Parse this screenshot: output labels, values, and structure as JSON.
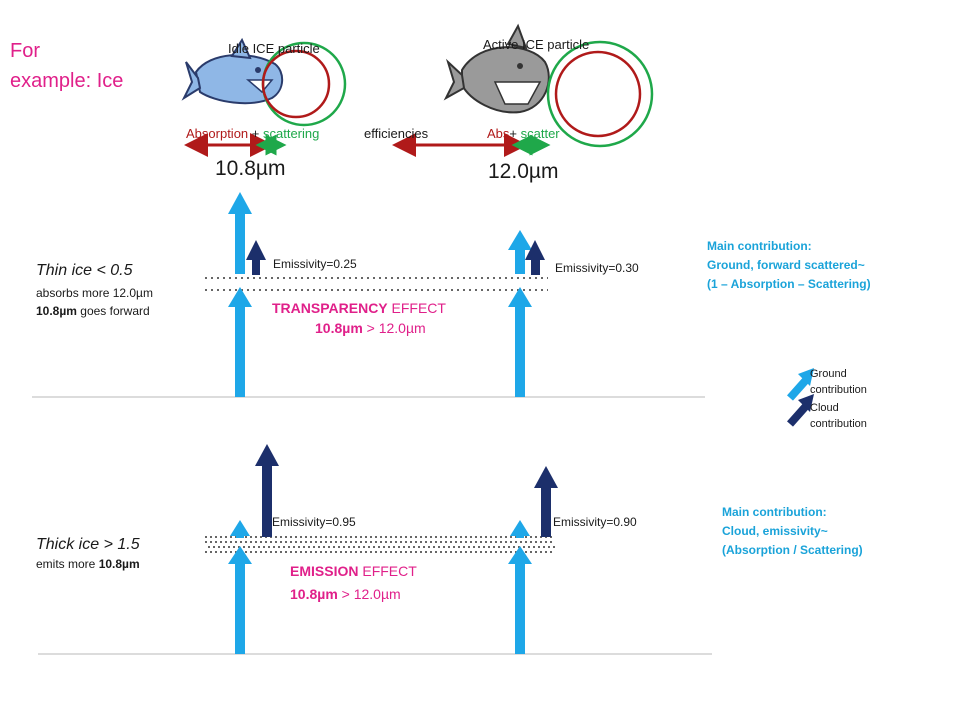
{
  "title": {
    "line1": "For",
    "line2": "example: Ice"
  },
  "particles": {
    "idle_label": "Idle ICE particle",
    "active_label": "Active ICE particle"
  },
  "efficiencies": {
    "absorption": "Absorption",
    "plus": " + ",
    "scattering": "scattering",
    "middle": "efficiencies",
    "abs": "Abs",
    "plus2": "+ ",
    "scatter": "scatter"
  },
  "wavelengths": {
    "left": "10.8µm",
    "right": "12.0µm"
  },
  "thin": {
    "title": "Thin ice < 0.5",
    "line1": "absorbs more 12.0µm",
    "line2_bold": "10.8µm",
    "line2_rest": " goes forward",
    "emissivity_left": "Emissivity=0.25",
    "emissivity_right": "Emissivity=0.30",
    "effect_bold": "TRANSPARENCY",
    "effect_rest": " EFFECT",
    "compare_bold": "10.8µm",
    "compare_rest": " > 12.0µm",
    "main_line1": "Main contribution:",
    "main_line2": "Ground, forward scattered~",
    "main_line3": "(1 – Absorption – Scattering)"
  },
  "thick": {
    "title": "Thick ice > 1.5",
    "line1_rest": "emits more ",
    "line1_bold": "10.8µm",
    "emissivity_left": "Emissivity=0.95",
    "emissivity_right": "Emissivity=0.90",
    "effect_bold": "EMISSION",
    "effect_rest": " EFFECT",
    "compare_bold": "10.8µm",
    "compare_rest": " > 12.0µm",
    "main_line1": "Main contribution:",
    "main_line2": "Cloud, emissivity~",
    "main_line3": "(Absorption / Scattering)"
  },
  "legend": {
    "ground_line1": "Ground",
    "ground_line2": "contribution",
    "cloud_line1": "Cloud",
    "cloud_line2": "contribution"
  },
  "colors": {
    "ground_arrow": "#1ea7e8",
    "cloud_arrow": "#1c2f6b",
    "title": "#e0208a",
    "absorption": "#b01a1a",
    "scattering": "#1fa84a",
    "main_contribution": "#1aa3d9"
  }
}
